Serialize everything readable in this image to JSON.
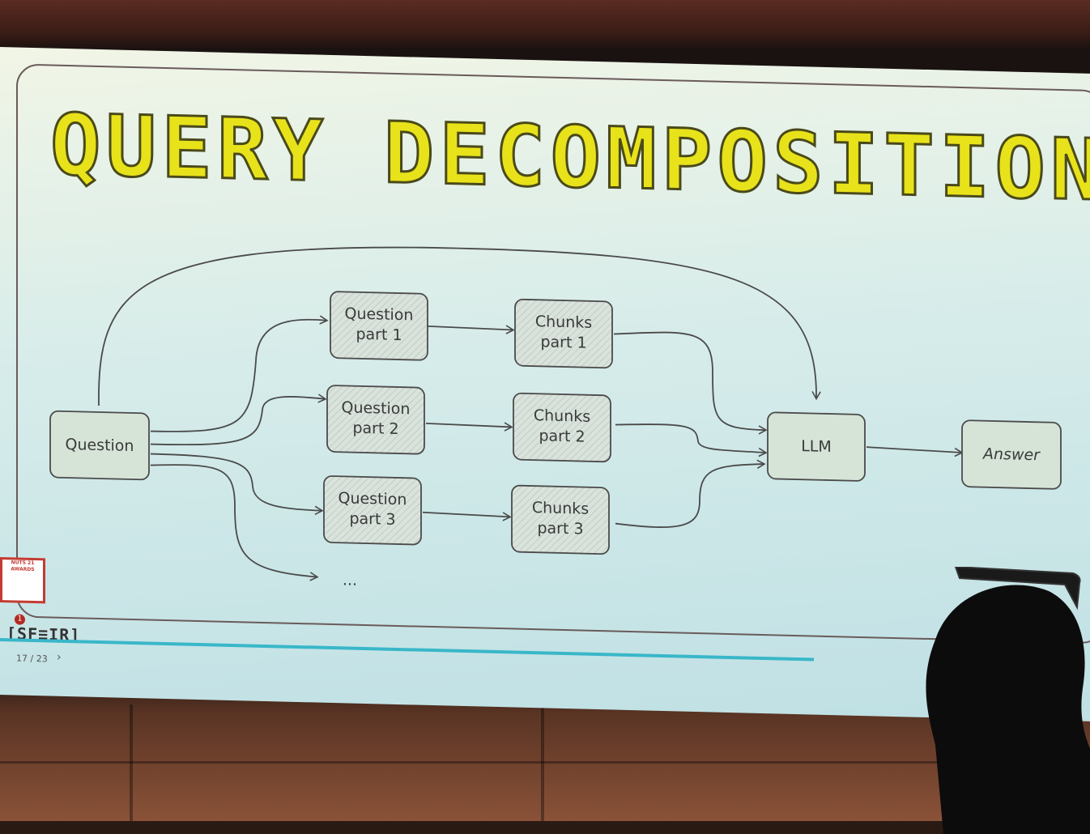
{
  "slide": {
    "title": "QUERY DECOMPOSITION",
    "page_count": "17 / 23",
    "brand": "[SF≡IR]",
    "badge_text": "NUTS 21 AWARDS",
    "notification": "1"
  },
  "diagram": {
    "question": "Question",
    "q1": [
      "Question",
      "part 1"
    ],
    "q2": [
      "Question",
      "part 2"
    ],
    "q3": [
      "Question",
      "part 3"
    ],
    "c1": [
      "Chunks",
      "part 1"
    ],
    "c2": [
      "Chunks",
      "part 2"
    ],
    "c3": [
      "Chunks",
      "part 3"
    ],
    "llm": "LLM",
    "answer": "Answer",
    "ellipsis": "..."
  },
  "colors": {
    "title_fill": "#e8e21a",
    "box_fill": "#d6e4d8",
    "line": "#4a4a4a",
    "progress": "#39b7c9"
  }
}
